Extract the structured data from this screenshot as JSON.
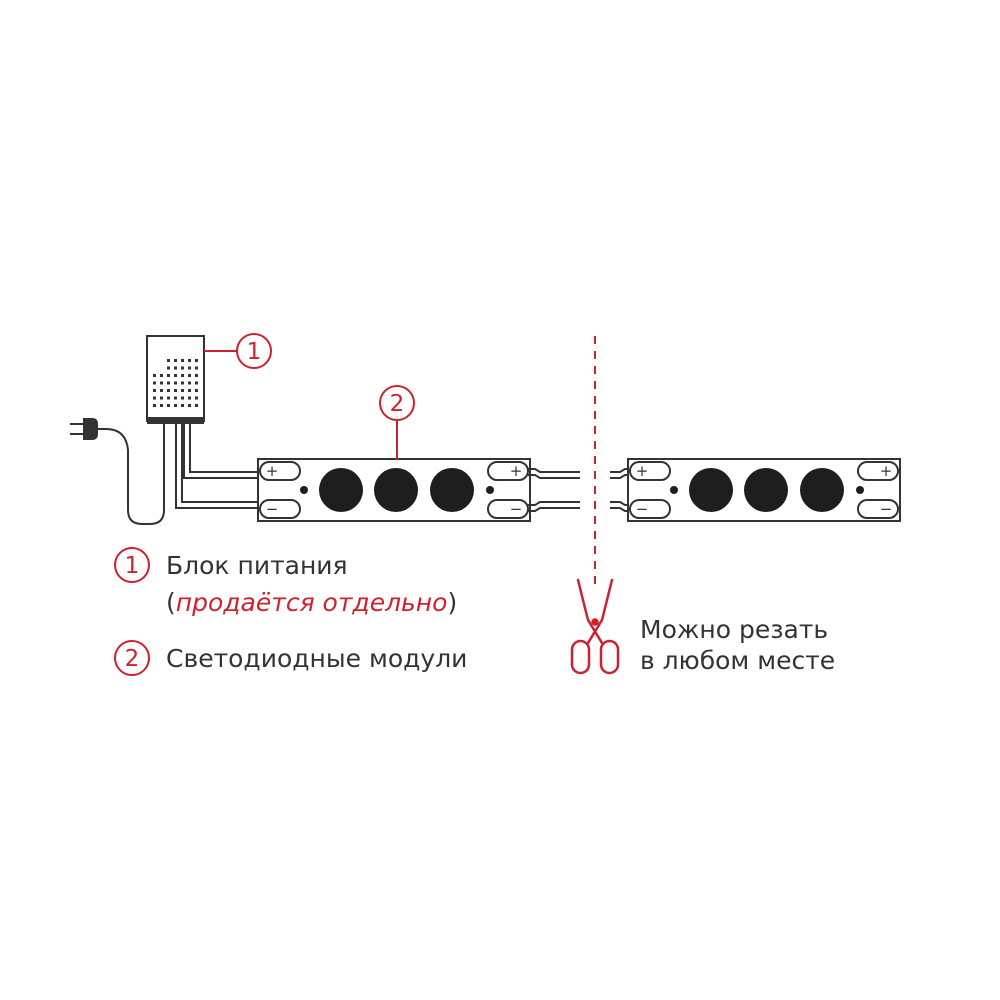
{
  "colors": {
    "accent": "#cc2130",
    "line": "#333333",
    "led": "#1e1e1e",
    "background": "#ffffff"
  },
  "callouts": {
    "power_supply_number": "1",
    "led_modules_number": "2"
  },
  "terminals": {
    "plus": "+",
    "minus": "−"
  },
  "legend": {
    "item1": {
      "number": "1",
      "label": "Блок питания",
      "note_open": "(",
      "note": "продаётся отдельно",
      "note_close": ")"
    },
    "item2": {
      "number": "2",
      "label": "Светодиодные модули"
    }
  },
  "cut_note": {
    "icon": "scissors-icon",
    "line1": "Можно резать",
    "line2": "в любом месте"
  }
}
